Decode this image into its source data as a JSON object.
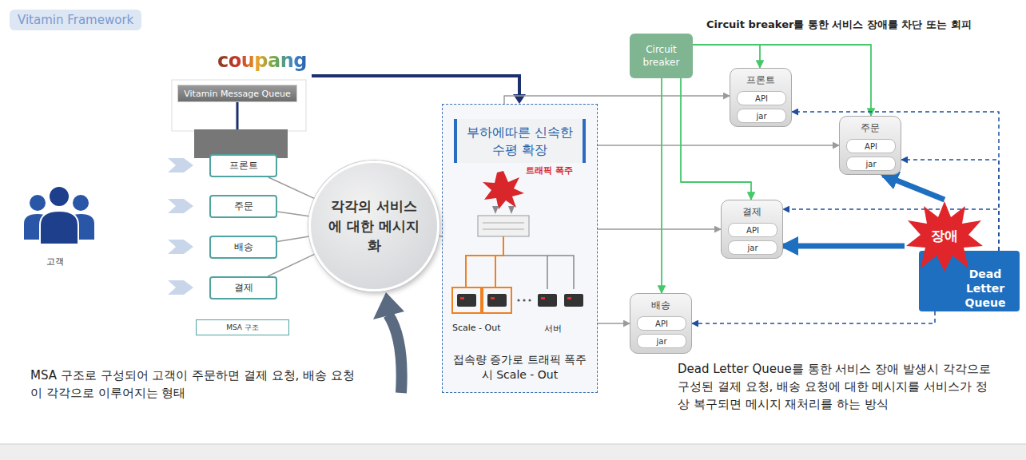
{
  "diagram": {
    "title": "Vitamin Framework",
    "nodes": [
      {
        "text": [
          "Vitamin Message Queue"
        ]
      },
      {
        "text": [
          "프론트"
        ]
      },
      {
        "text": [
          "주문"
        ]
      },
      {
        "text": [
          "배송"
        ]
      },
      {
        "text": [
          "결제"
        ]
      },
      {
        "text": [
          "MSA 구조"
        ]
      },
      {
        "text": [
          "각각의 서비스에 대한 메시지화"
        ]
      },
      {
        "text": [
          "부하에따른 신속한 수평 확장",
          "접속량 증가로 트래픽 폭주 시 Scale - Out"
        ]
      },
      {
        "text": [
          "Circuit breaker"
        ]
      },
      {
        "text": [
          "프론트"
        ]
      },
      {
        "text": [
          "API"
        ],
        "in": 9
      },
      {
        "text": [
          "jar"
        ],
        "in": 9
      },
      {
        "text": [
          "주문"
        ]
      },
      {
        "text": [
          "API"
        ],
        "in": 12
      },
      {
        "text": [
          "jar"
        ],
        "in": 12
      },
      {
        "text": [
          "결제"
        ]
      },
      {
        "text": [
          "API"
        ],
        "in": 15
      },
      {
        "text": [
          "jar"
        ],
        "in": 15
      },
      {
        "text": [
          "배송"
        ]
      },
      {
        "text": [
          "API"
        ],
        "in": 18
      },
      {
        "text": [
          "jar"
        ],
        "in": 18
      },
      {
        "text": [
          "장애"
        ]
      },
      {
        "text": [
          "Dead Letter Queue"
        ]
      }
    ],
    "edges": [
      {
        "from": 1,
        "to": 6,
        "arrow": "none"
      },
      {
        "from": 2,
        "to": 6,
        "arrow": "none"
      },
      {
        "from": 3,
        "to": 6,
        "arrow": "none"
      },
      {
        "from": 4,
        "to": 6,
        "arrow": "none"
      },
      {
        "from": 6,
        "to": 7,
        "arrow": "none"
      },
      {
        "from": 7,
        "to": 9,
        "arrow": "to"
      },
      {
        "from": 7,
        "to": 12,
        "arrow": "to"
      },
      {
        "from": 7,
        "to": 15,
        "arrow": "to"
      },
      {
        "from": 7,
        "to": 18,
        "arrow": "to"
      },
      {
        "from": 8,
        "to": 9,
        "arrow": "to"
      },
      {
        "from": 8,
        "to": 12,
        "arrow": "to"
      },
      {
        "from": 8,
        "to": 15,
        "arrow": "to"
      },
      {
        "from": 8,
        "to": 18,
        "arrow": "to"
      },
      {
        "from": 21,
        "to": 12,
        "arrow": "to"
      },
      {
        "from": 21,
        "to": 15,
        "arrow": "to"
      },
      {
        "from": 22,
        "to": 9,
        "arrow": "to"
      },
      {
        "from": 22,
        "to": 12,
        "arrow": "to"
      },
      {
        "from": 22,
        "to": 15,
        "arrow": "to"
      },
      {
        "from": 22,
        "to": 18,
        "arrow": "to"
      }
    ],
    "labels": [
      "coupang",
      "고객",
      "트래픽 폭주",
      "Scale - Out",
      "서버",
      "Circuit breaker를 통한 서비스 장애를 차단 또는 회피",
      "MSA 구조로 구성되어 고객이 주문하면 결제 요청, 배송 요청이 각각으로 이루어지는 형태",
      "Dead Letter Queue를 통한 서비스 장애 발생시 각각으로 구성된 결제 요청, 배송 요청에 대한 메시지를 서비스가 정상 복구되면 메시지 재처리를 하는 방식"
    ]
  }
}
